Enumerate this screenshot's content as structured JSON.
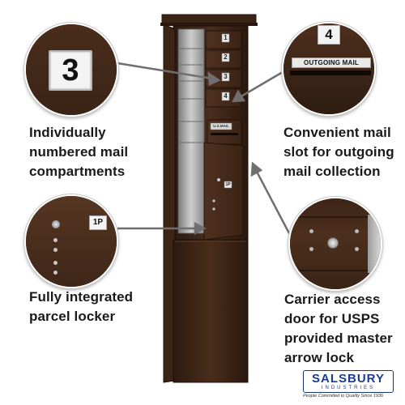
{
  "callouts": [
    {
      "id": "numbered-compartments",
      "badge": "3",
      "lines": [
        "Individually",
        "numbered mail",
        "compartments"
      ]
    },
    {
      "id": "outgoing-slot",
      "badge": "4",
      "plate": "OUTGOING MAIL",
      "lines": [
        "Convenient mail",
        "slot for outgoing",
        "mail collection"
      ]
    },
    {
      "id": "parcel-locker",
      "badge": "1P",
      "lines": [
        "Fully integrated",
        "parcel locker"
      ]
    },
    {
      "id": "carrier-door",
      "lines": [
        "Carrier access",
        "door for USPS",
        "provided master",
        "arrow lock"
      ]
    }
  ],
  "mailbox": {
    "door_numbers": [
      "1",
      "2",
      "3",
      "4"
    ],
    "slot_label": "U.S.MAIL",
    "locker_label": "1P",
    "color": "#3b2417"
  },
  "brand": {
    "name": "SALSBURY",
    "sub": "INDUSTRIES",
    "tagline": "People Committed to Quality Since 1936"
  },
  "colors": {
    "bronze": "#3b2417",
    "bronze_light": "#5a3a26",
    "text": "#1a1a1a",
    "brand_blue": "#1a3c8c"
  }
}
